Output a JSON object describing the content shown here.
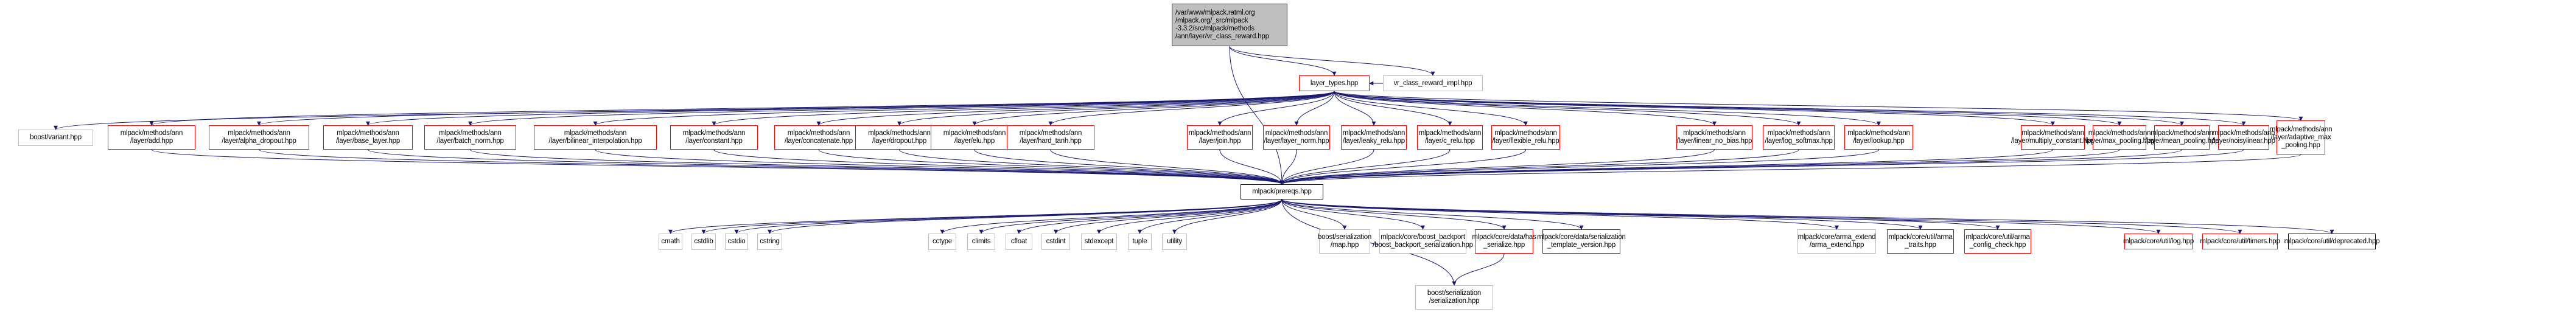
{
  "diagram": {
    "type": "include-dependency-graph",
    "edge_color": "#191970",
    "colors": {
      "root_fill": "#bfbfbf",
      "red_border": "#ff0000",
      "gray_border": "#bfbfbf",
      "dark_border": "#404040",
      "black_border": "#000000"
    },
    "nodes": [
      {
        "id": "root",
        "label": "/var/www/mlpack.ratml.org\n/mlpack.org/_src/mlpack\n-3.3.2/src/mlpack/methods\n/ann/layer/vr_class_reward.hpp",
        "style": "root"
      },
      {
        "id": "layer_types",
        "label": "layer_types.hpp",
        "style": "red"
      },
      {
        "id": "vr_impl",
        "label": "vr_class_reward_impl.hpp",
        "style": "gray"
      },
      {
        "id": "variant",
        "label": "boost/variant.hpp",
        "style": "gray"
      },
      {
        "id": "add",
        "label": "mlpack/methods/ann\n/layer/add.hpp",
        "style": "red"
      },
      {
        "id": "alpha_dropout",
        "label": "mlpack/methods/ann\n/layer/alpha_dropout.hpp",
        "style": "red"
      },
      {
        "id": "base_layer",
        "label": "mlpack/methods/ann\n/layer/base_layer.hpp",
        "style": "red"
      },
      {
        "id": "batch_norm",
        "label": "mlpack/methods/ann\n/layer/batch_norm.hpp",
        "style": "red"
      },
      {
        "id": "bilinear",
        "label": "mlpack/methods/ann\n/layer/bilinear_interpolation.hpp",
        "style": "red"
      },
      {
        "id": "constant",
        "label": "mlpack/methods/ann\n/layer/constant.hpp",
        "style": "red"
      },
      {
        "id": "concatenate",
        "label": "mlpack/methods/ann\n/layer/concatenate.hpp",
        "style": "red"
      },
      {
        "id": "dropout",
        "label": "mlpack/methods/ann\n/layer/dropout.hpp",
        "style": "red"
      },
      {
        "id": "elu",
        "label": "mlpack/methods/ann\n/layer/elu.hpp",
        "style": "red"
      },
      {
        "id": "hard_tanh",
        "label": "mlpack/methods/ann\n/layer/hard_tanh.hpp",
        "style": "red"
      },
      {
        "id": "join",
        "label": "mlpack/methods/ann\n/layer/join.hpp",
        "style": "red"
      },
      {
        "id": "layer_norm",
        "label": "mlpack/methods/ann\n/layer/layer_norm.hpp",
        "style": "red"
      },
      {
        "id": "leaky_relu",
        "label": "mlpack/methods/ann\n/layer/leaky_relu.hpp",
        "style": "red"
      },
      {
        "id": "c_relu",
        "label": "mlpack/methods/ann\n/layer/c_relu.hpp",
        "style": "red"
      },
      {
        "id": "flexible_relu",
        "label": "mlpack/methods/ann\n/layer/flexible_relu.hpp",
        "style": "red"
      },
      {
        "id": "linear_no_bias",
        "label": "mlpack/methods/ann\n/layer/linear_no_bias.hpp",
        "style": "red"
      },
      {
        "id": "log_softmax",
        "label": "mlpack/methods/ann\n/layer/log_softmax.hpp",
        "style": "red"
      },
      {
        "id": "lookup",
        "label": "mlpack/methods/ann\n/layer/lookup.hpp",
        "style": "red"
      },
      {
        "id": "multiply_constant",
        "label": "mlpack/methods/ann\n/layer/multiply_constant.hpp",
        "style": "red"
      },
      {
        "id": "max_pooling",
        "label": "mlpack/methods/ann\n/layer/max_pooling.hpp",
        "style": "red"
      },
      {
        "id": "mean_pooling",
        "label": "mlpack/methods/ann\n/layer/mean_pooling.hpp",
        "style": "red"
      },
      {
        "id": "noisylinear",
        "label": "mlpack/methods/ann\n/layer/noisylinear.hpp",
        "style": "red"
      },
      {
        "id": "adaptive_max",
        "label": "mlpack/methods/ann\n/layer/adaptive_max\n_pooling.hpp",
        "style": "red"
      },
      {
        "id": "prereqs",
        "label": "mlpack/prereqs.hpp",
        "style": "black"
      },
      {
        "id": "cmath",
        "label": "cmath",
        "style": "gray"
      },
      {
        "id": "cstdlib",
        "label": "cstdlib",
        "style": "gray"
      },
      {
        "id": "cstdio",
        "label": "cstdio",
        "style": "gray"
      },
      {
        "id": "cstring",
        "label": "cstring",
        "style": "gray"
      },
      {
        "id": "cctype",
        "label": "cctype",
        "style": "gray"
      },
      {
        "id": "climits",
        "label": "climits",
        "style": "gray"
      },
      {
        "id": "cfloat",
        "label": "cfloat",
        "style": "gray"
      },
      {
        "id": "cstdint",
        "label": "cstdint",
        "style": "gray"
      },
      {
        "id": "stdexcept",
        "label": "stdexcept",
        "style": "gray"
      },
      {
        "id": "tuple",
        "label": "tuple",
        "style": "gray"
      },
      {
        "id": "utility",
        "label": "utility",
        "style": "gray"
      },
      {
        "id": "ser_map",
        "label": "boost/serialization\n/map.hpp",
        "style": "gray"
      },
      {
        "id": "backport",
        "label": "mlpack/core/boost_backport\n/boost_backport_serialization.hpp",
        "style": "gray"
      },
      {
        "id": "has_serialize",
        "label": "mlpack/core/data/has\n_serialize.hpp",
        "style": "red"
      },
      {
        "id": "ser_tmpl",
        "label": "mlpack/core/data/serialization\n_template_version.hpp",
        "style": "dark"
      },
      {
        "id": "arma_extend",
        "label": "mlpack/core/arma_extend\n/arma_extend.hpp",
        "style": "gray"
      },
      {
        "id": "arma_traits",
        "label": "mlpack/core/util/arma\n_traits.hpp",
        "style": "dark"
      },
      {
        "id": "arma_config",
        "label": "mlpack/core/util/arma\n_config_check.hpp",
        "style": "red"
      },
      {
        "id": "log",
        "label": "mlpack/core/util/log.hpp",
        "style": "red"
      },
      {
        "id": "timers",
        "label": "mlpack/core/util/timers.hpp",
        "style": "red"
      },
      {
        "id": "deprecated",
        "label": "mlpack/core/util/deprecated.hpp",
        "style": "black"
      },
      {
        "id": "serialization",
        "label": "boost/serialization\n/serialization.hpp",
        "style": "gray"
      }
    ],
    "edges": [
      [
        "root",
        "layer_types"
      ],
      [
        "root",
        "vr_impl"
      ],
      [
        "root",
        "prereqs"
      ],
      [
        "layer_types",
        "variant"
      ],
      [
        "layer_types",
        "add"
      ],
      [
        "layer_types",
        "alpha_dropout"
      ],
      [
        "layer_types",
        "base_layer"
      ],
      [
        "layer_types",
        "batch_norm"
      ],
      [
        "layer_types",
        "bilinear"
      ],
      [
        "layer_types",
        "constant"
      ],
      [
        "layer_types",
        "concatenate"
      ],
      [
        "layer_types",
        "dropout"
      ],
      [
        "layer_types",
        "elu"
      ],
      [
        "layer_types",
        "hard_tanh"
      ],
      [
        "layer_types",
        "join"
      ],
      [
        "layer_types",
        "layer_norm"
      ],
      [
        "layer_types",
        "leaky_relu"
      ],
      [
        "layer_types",
        "c_relu"
      ],
      [
        "layer_types",
        "flexible_relu"
      ],
      [
        "layer_types",
        "linear_no_bias"
      ],
      [
        "layer_types",
        "log_softmax"
      ],
      [
        "layer_types",
        "lookup"
      ],
      [
        "layer_types",
        "multiply_constant"
      ],
      [
        "layer_types",
        "max_pooling"
      ],
      [
        "layer_types",
        "mean_pooling"
      ],
      [
        "layer_types",
        "noisylinear"
      ],
      [
        "layer_types",
        "adaptive_max"
      ],
      [
        "vr_impl",
        "layer_types"
      ],
      [
        "add",
        "prereqs"
      ],
      [
        "alpha_dropout",
        "prereqs"
      ],
      [
        "base_layer",
        "prereqs"
      ],
      [
        "batch_norm",
        "prereqs"
      ],
      [
        "bilinear",
        "prereqs"
      ],
      [
        "constant",
        "prereqs"
      ],
      [
        "concatenate",
        "prereqs"
      ],
      [
        "dropout",
        "prereqs"
      ],
      [
        "elu",
        "prereqs"
      ],
      [
        "hard_tanh",
        "prereqs"
      ],
      [
        "join",
        "prereqs"
      ],
      [
        "layer_norm",
        "prereqs"
      ],
      [
        "leaky_relu",
        "prereqs"
      ],
      [
        "c_relu",
        "prereqs"
      ],
      [
        "flexible_relu",
        "prereqs"
      ],
      [
        "linear_no_bias",
        "prereqs"
      ],
      [
        "log_softmax",
        "prereqs"
      ],
      [
        "lookup",
        "prereqs"
      ],
      [
        "multiply_constant",
        "prereqs"
      ],
      [
        "max_pooling",
        "prereqs"
      ],
      [
        "mean_pooling",
        "prereqs"
      ],
      [
        "noisylinear",
        "prereqs"
      ],
      [
        "adaptive_max",
        "prereqs"
      ],
      [
        "prereqs",
        "cmath"
      ],
      [
        "prereqs",
        "cstdlib"
      ],
      [
        "prereqs",
        "cstdio"
      ],
      [
        "prereqs",
        "cstring"
      ],
      [
        "prereqs",
        "cctype"
      ],
      [
        "prereqs",
        "climits"
      ],
      [
        "prereqs",
        "cfloat"
      ],
      [
        "prereqs",
        "cstdint"
      ],
      [
        "prereqs",
        "stdexcept"
      ],
      [
        "prereqs",
        "tuple"
      ],
      [
        "prereqs",
        "utility"
      ],
      [
        "prereqs",
        "ser_map"
      ],
      [
        "prereqs",
        "backport"
      ],
      [
        "prereqs",
        "has_serialize"
      ],
      [
        "prereqs",
        "ser_tmpl"
      ],
      [
        "prereqs",
        "arma_extend"
      ],
      [
        "prereqs",
        "arma_traits"
      ],
      [
        "prereqs",
        "arma_config"
      ],
      [
        "prereqs",
        "log"
      ],
      [
        "prereqs",
        "timers"
      ],
      [
        "prereqs",
        "deprecated"
      ],
      [
        "prereqs",
        "serialization"
      ],
      [
        "has_serialize",
        "serialization"
      ]
    ]
  }
}
